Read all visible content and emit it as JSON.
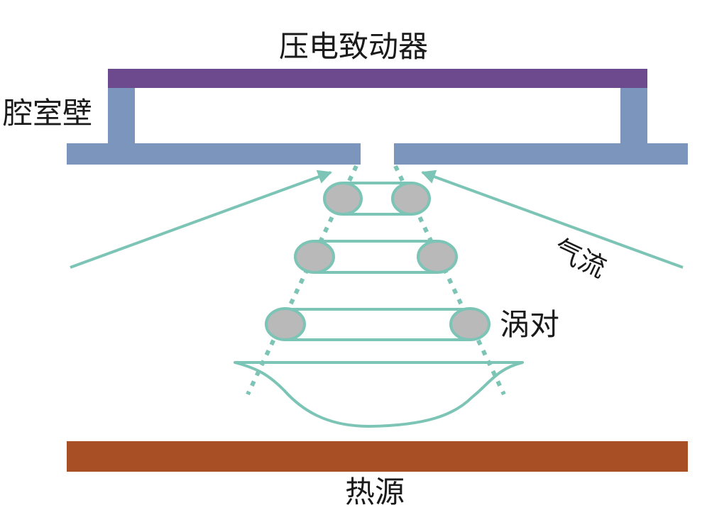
{
  "labels": {
    "actuator": "压电致动器",
    "cavity_wall": "腔室壁",
    "airflow": "气流",
    "vortex_pair": "涡对",
    "heat_source": "热源"
  },
  "colors": {
    "actuator": "#6d4a8d",
    "cavity_wall": "#7c95bd",
    "flow": "#7cc4b5",
    "vortex_fill": "#b9b9b9",
    "heat_source": "#a84f25"
  }
}
